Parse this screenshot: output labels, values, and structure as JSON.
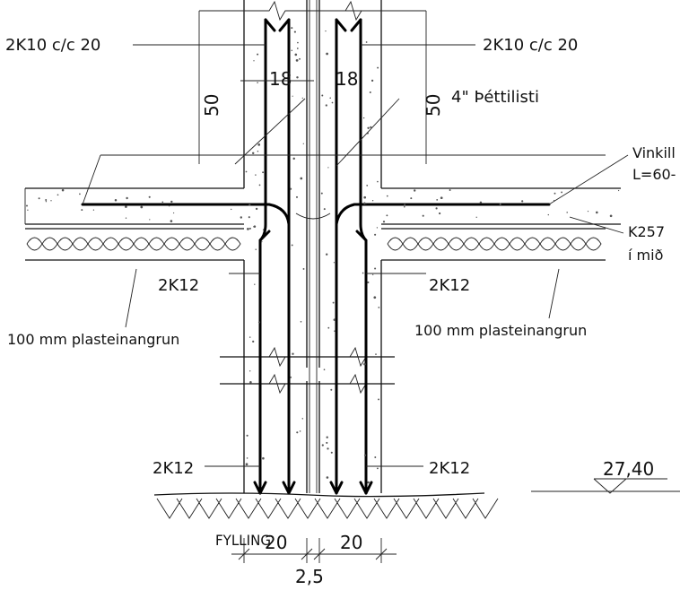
{
  "labels": {
    "rebar_top_left": "2K10 c/c 20",
    "rebar_top_right": "2K10 c/c 20",
    "dim_left_50": "50",
    "dim_right_50": "50",
    "dim_wall_left": "18",
    "dim_wall_right": "18",
    "waterstop": "4\" Þéttilisti",
    "angle_label_1": "Vinkill",
    "angle_label_2": "L=60-",
    "mesh_label_1": "K257",
    "mesh_label_2": "í mið",
    "rebar_mid_left": "2K12",
    "rebar_mid_right": "2K12",
    "insulation_left": "100 mm plasteinangrun",
    "insulation_right": "100 mm plasteinangrun",
    "rebar_bot_left": "2K12",
    "rebar_bot_right": "2K12",
    "elevation": "27,40",
    "fill": "FYLLING",
    "dim_bot_left": "20",
    "dim_bot_right": "20",
    "dim_gap": "2,5"
  }
}
